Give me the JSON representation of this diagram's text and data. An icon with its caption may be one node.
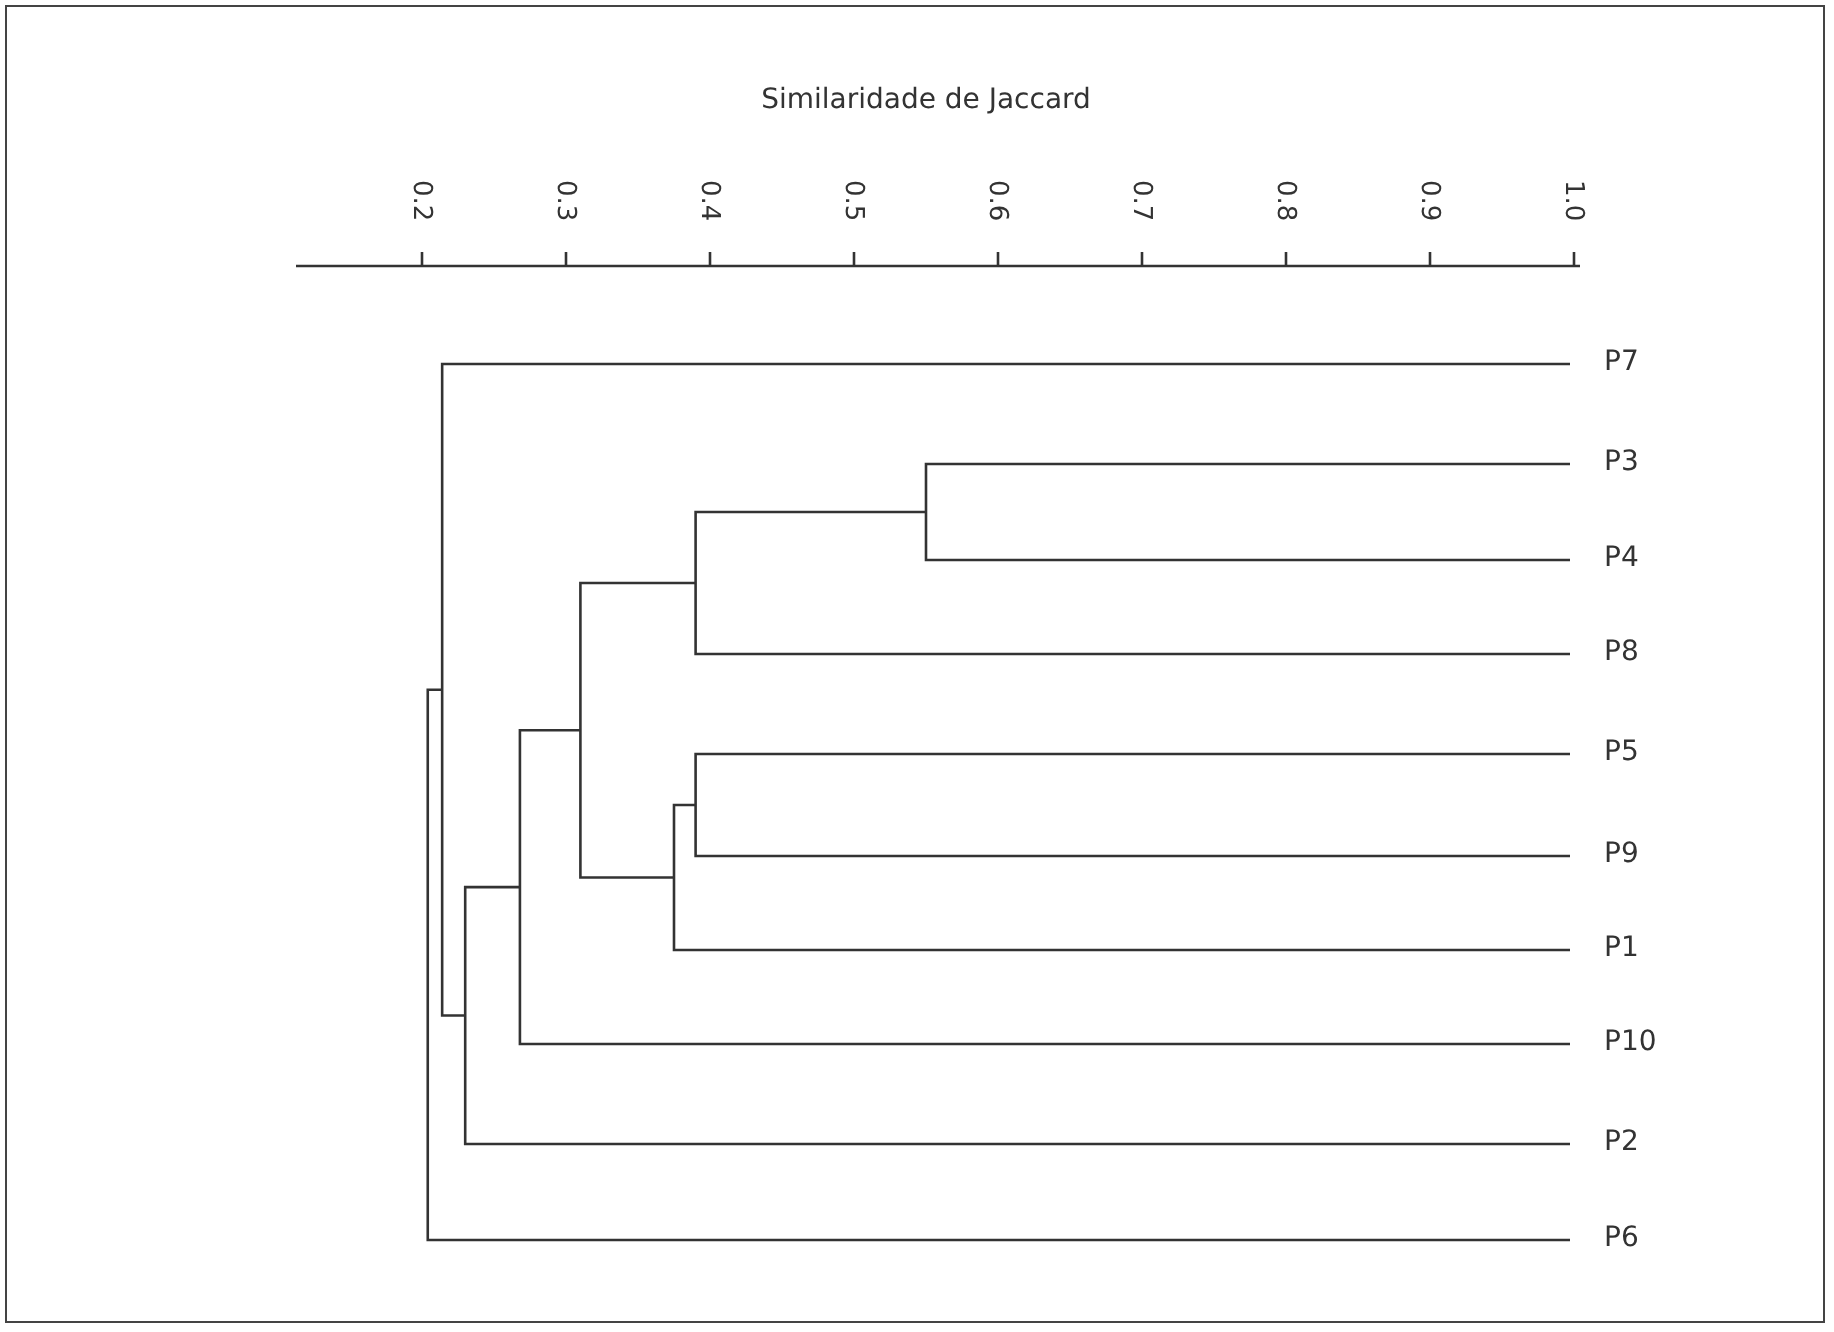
{
  "diagram": {
    "labels": [
      "Similaridade de Jaccard",
      "0.2",
      "0.3",
      "0.4",
      "0.5",
      "0.6",
      "0.7",
      "0.8",
      "0.9",
      "1.0",
      "P7",
      "P3",
      "P4",
      "P8",
      "P5",
      "P9",
      "P1",
      "P10",
      "P2",
      "P6"
    ]
  }
}
